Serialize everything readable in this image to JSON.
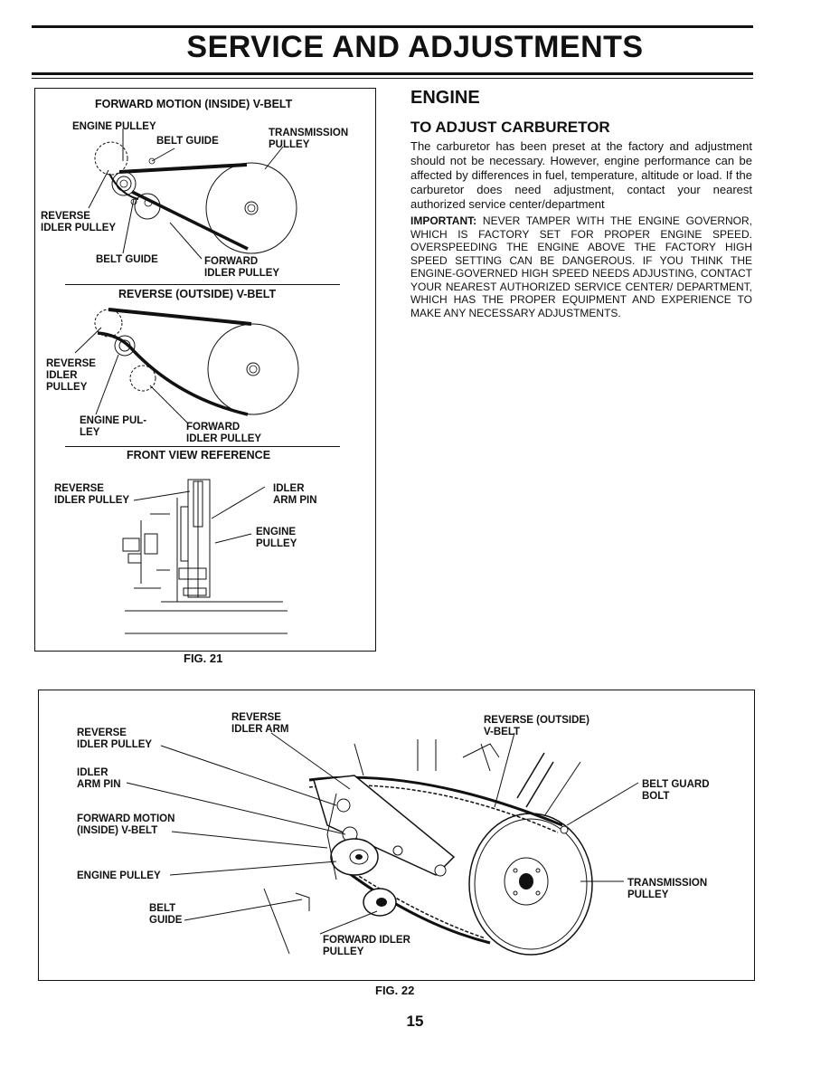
{
  "page_title": "SERVICE AND ADJUSTMENTS",
  "fig21": {
    "forward_header": "FORWARD MOTION (INSIDE) V-BELT",
    "forward_labels": {
      "engine_pulley": "ENGINE PULLEY",
      "belt_guide_top": "BELT GUIDE",
      "transmission_pulley": "TRANSMISSION\nPULLEY",
      "reverse_idler_pulley": "REVERSE\nIDLER PULLEY",
      "belt_guide_bottom": "BELT GUIDE",
      "forward_idler_pulley": "FORWARD\nIDLER PULLEY"
    },
    "reverse_header": "REVERSE (OUTSIDE) V-BELT",
    "reverse_labels": {
      "reverse_idler_pulley": "REVERSE\nIDLER\nPULLEY",
      "engine_pulley": "ENGINE PUL-\nLEY",
      "forward_idler_pulley": "FORWARD\nIDLER PULLEY"
    },
    "front_header": "FRONT VIEW REFERENCE",
    "front_labels": {
      "reverse_idler_pulley": "REVERSE\nIDLER PULLEY",
      "idler_arm_pin": "IDLER\nARM PIN",
      "engine_pulley": "ENGINE\nPULLEY"
    },
    "caption": "FIG. 21"
  },
  "engine": {
    "heading": "ENGINE",
    "subheading": "TO ADJUST CARBURETOR",
    "paragraph": "The carburetor has been preset at the factory and adjustment should not be necessary. However, engine performance can be affected by differences in fuel, temperature, altitude or load. If the carburetor does need adjustment, contact your nearest authorized service center/department",
    "important_label": "IMPORTANT:",
    "important_text": " NEVER TAMPER WITH THE ENGINE GOVERNOR, WHICH IS FACTORY SET FOR PROPER ENGINE SPEED. OVERSPEEDING THE ENGINE ABOVE THE FACTORY HIGH SPEED SETTING CAN BE DANGEROUS. IF YOU THINK THE ENGINE-GOVERNED HIGH SPEED NEEDS ADJUSTING, CONTACT YOUR NEAREST AUTHORIZED SERVICE CENTER/ DEPARTMENT, WHICH HAS THE PROPER EQUIPMENT AND EXPERIENCE TO MAKE ANY NECESSARY ADJUSTMENTS."
  },
  "fig22": {
    "labels": {
      "reverse_idler_pulley": "REVERSE\nIDLER PULLEY",
      "reverse_idler_arm": "REVERSE\nIDLER ARM",
      "reverse_outside_vbelt": "REVERSE (OUTSIDE)\nV-BELT",
      "idler_arm_pin": "IDLER\nARM PIN",
      "belt_guard_bolt": "BELT GUARD\nBOLT",
      "forward_motion_vbelt": "FORWARD MOTION\n(INSIDE) V-BELT",
      "engine_pulley": "ENGINE PULLEY",
      "transmission_pulley": "TRANSMISSION\nPULLEY",
      "belt_guide": "BELT\nGUIDE",
      "forward_idler_pulley": "FORWARD IDLER\nPULLEY"
    },
    "caption": "FIG. 22"
  },
  "page_number": "15"
}
